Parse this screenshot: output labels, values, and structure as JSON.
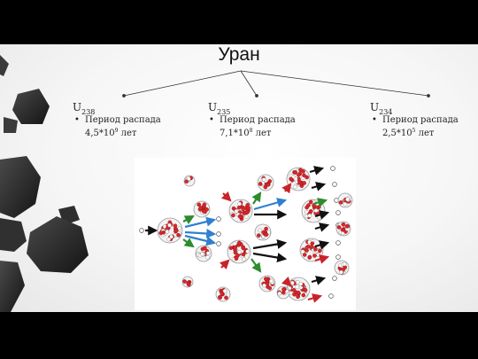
{
  "slide": {
    "title": "Уран",
    "isotopes": [
      {
        "symbol": "U",
        "mass": "238",
        "label": "Период распада",
        "value_base": "4,5*10",
        "value_exp": "9",
        "unit": "лет"
      },
      {
        "symbol": "U",
        "mass": "235",
        "label": "Период распада",
        "value_base": "7,1*10",
        "value_exp": "8",
        "unit": "лет"
      },
      {
        "symbol": "U",
        "mass": "234",
        "label": "Период распада",
        "value_base": "2,5*10",
        "value_exp": "5",
        "unit": "лет"
      }
    ]
  },
  "colors": {
    "background": "#000000",
    "slide": "#f4f4f4",
    "nucleus_red": "#d9262b",
    "neutron_white": "#ffffff",
    "arrow_green": "#2e8b2e",
    "arrow_blue": "#2f80d0",
    "arrow_black": "#111111",
    "arrow_red": "#c8232a",
    "cube": "#2a2a2a"
  },
  "diagram": {
    "type": "chain-reaction",
    "icons": [
      "uranium-nucleus-icon",
      "neutron-icon",
      "fission-fragment-icon",
      "arrow-icon"
    ]
  }
}
